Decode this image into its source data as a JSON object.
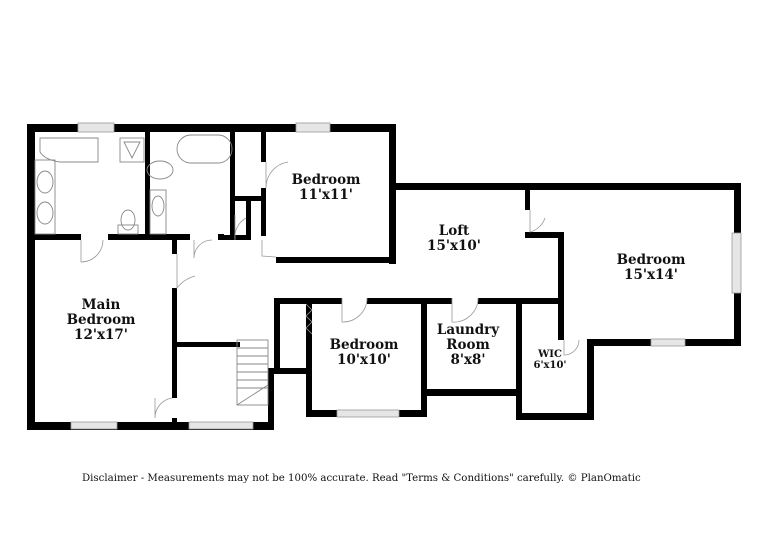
{
  "floorplan": {
    "rooms": [
      {
        "id": "main-bedroom",
        "name": "Main Bedroom",
        "name_lines": [
          "Main",
          "Bedroom"
        ],
        "dims": "12'x17'"
      },
      {
        "id": "bedroom-1",
        "name": "Bedroom",
        "dims": "11'x11'"
      },
      {
        "id": "loft",
        "name": "Loft",
        "dims": "15'x10'"
      },
      {
        "id": "bedroom-2",
        "name": "Bedroom",
        "dims": "15'x14'"
      },
      {
        "id": "bedroom-3",
        "name": "Bedroom",
        "dims": "10'x10'"
      },
      {
        "id": "laundry",
        "name": "Laundry Room",
        "name_lines": [
          "Laundry",
          "Room"
        ],
        "dims": "8'x8'"
      },
      {
        "id": "wic",
        "name": "WIC",
        "dims": "6'x10'"
      }
    ],
    "colors": {
      "wall": "#000000",
      "fixture": "#888888",
      "window": "#d9d9d9",
      "background": "#ffffff"
    }
  },
  "footer": {
    "disclaimer": "Disclaimer - Measurements may not be 100% accurate. Read \"Terms & Conditions\" carefully. © PlanOmatic"
  }
}
